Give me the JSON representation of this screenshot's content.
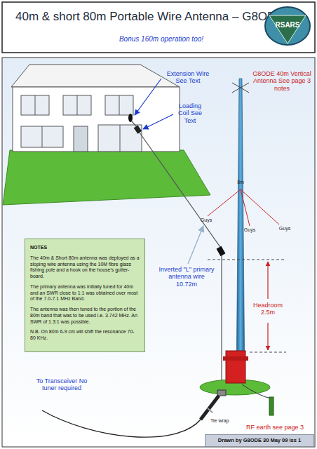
{
  "diagram": {
    "title": "40m & short 80m Portable Wire Antenna – G8ODE",
    "nodes": [
      {
        "text": [
          "RSARS"
        ]
      },
      {
        "text": [
          "NOTES",
          "The 40m & Short 80m antenna was deployed as a sloping wire antenna using the 10M fibre glass fishing pole and a hook on the house's gutter-board.",
          "The primary antenna was initially tuned for 40m and an SWR close to 1:1 was obtained over most of the 7.0-7.1 MHz Band.",
          "The antenna was then tuned to the portion of the 80m band that was to be used i.e. 3.742 MHz. An SWR of 1.3:1 was possible.",
          "N.B. On 80m 6-9 cm will shift the resonance 70-80 KHz."
        ]
      },
      {
        "text": [
          "Drawn by G8ODE 30 May 09 iss 1"
        ]
      }
    ],
    "labels": [
      "Bonus 160m operation too!",
      "Extension Wire See Text",
      "Loading Coil See Text",
      "G8ODE 40m Vertical Antenna See page 3 notes",
      "8m",
      "Guys",
      "Guys",
      "Guys",
      "Inverted \"L\" primary antenna wire 10.72m",
      "Headroom 2.5m",
      "To Transceiver No tuner required",
      "Tie wrap",
      "RF earth see page 3"
    ]
  }
}
